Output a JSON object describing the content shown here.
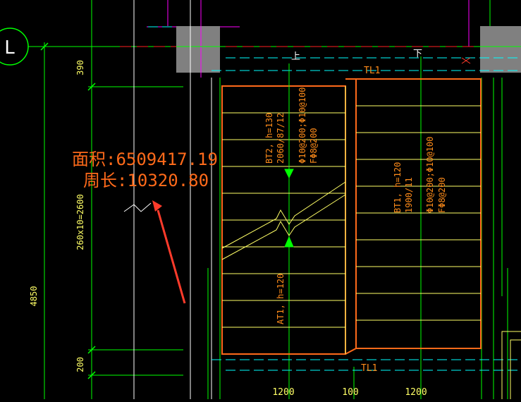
{
  "axis_bubble": {
    "label": "L"
  },
  "dimensions": {
    "vertical": {
      "top_seg": "390",
      "mid_seg": "260x10=2600",
      "bottom_seg": "200",
      "total": "4850"
    },
    "horizontal": {
      "left": "1200",
      "mid": "100",
      "right": "1200"
    }
  },
  "beams": {
    "top": "TL1",
    "bottom": "TL1"
  },
  "direction_marks": {
    "up": "上",
    "down": "下"
  },
  "flights": {
    "bt2": {
      "line1": "BT2, h=130",
      "line2": "2060/87/12",
      "line3": "Φ10@200;Φ10@100",
      "line4": "FΦ8@200"
    },
    "bt1": {
      "line1": "BT1, h=120",
      "line2": "1900/11",
      "line3": "Φ10@200;Φ10@100",
      "line4": "FΦ8@200"
    },
    "at1": {
      "line1": "AT1, h=120"
    }
  },
  "measure_popup": {
    "area": "面积:6509417.19",
    "perimeter": "周长:10320.80"
  },
  "colors": {
    "background": "#000000",
    "grid_green": "#00ff00",
    "outline_orange": "#ff6a1a",
    "tread_yellow": "#ffff66",
    "cyan": "#00ffff",
    "magenta": "#ff00ff",
    "gray_column": "#808080",
    "annotation_red": "#ff3b2b",
    "white": "#ffffff"
  }
}
